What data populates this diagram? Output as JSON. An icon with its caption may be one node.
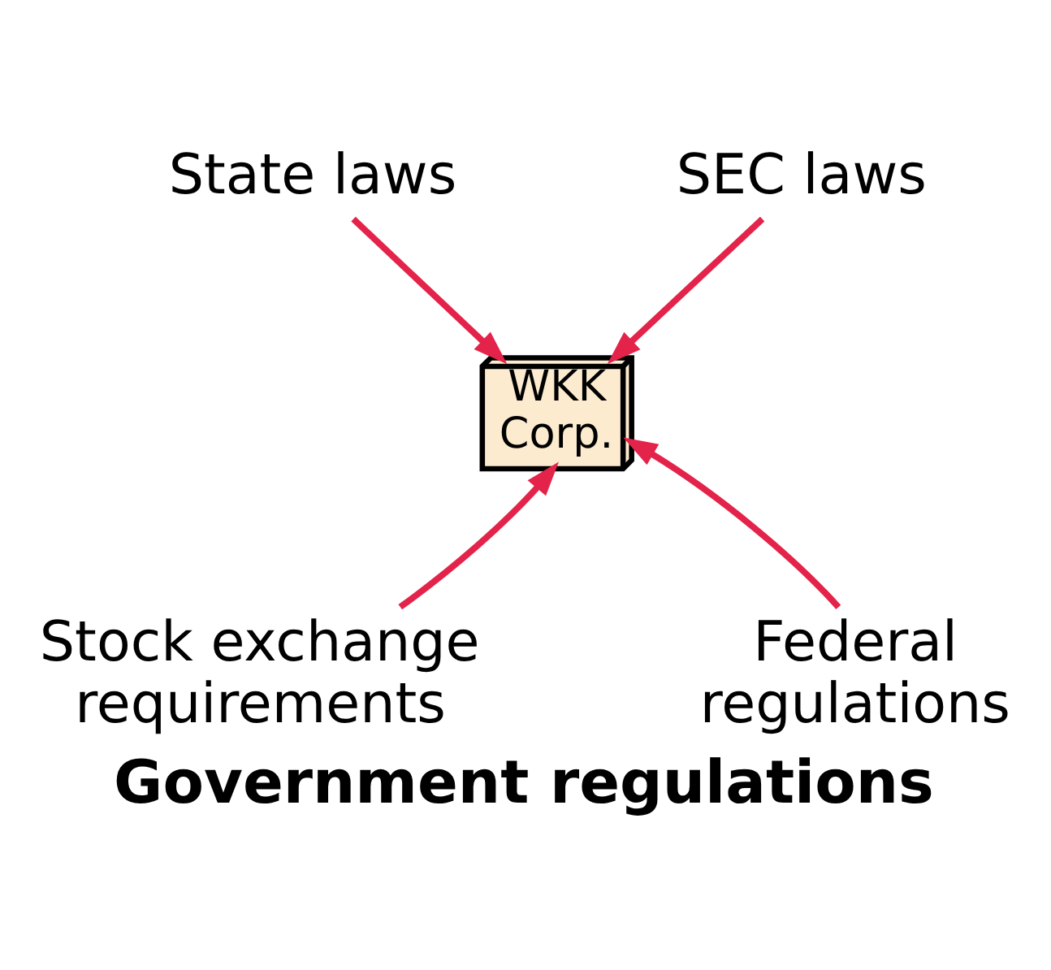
{
  "diagram": {
    "caption": "Government regulations",
    "nodes": [
      {
        "text": [
          "State laws"
        ]
      },
      {
        "text": [
          "SEC laws"
        ]
      },
      {
        "text": [
          "WKK Corp."
        ]
      },
      {
        "text": [
          "Stock exchange requirements"
        ]
      },
      {
        "text": [
          "Federal regulations"
        ]
      }
    ],
    "edges": [
      {
        "from": 0,
        "to": 2,
        "arrow": "to"
      },
      {
        "from": 1,
        "to": 2,
        "arrow": "to"
      },
      {
        "from": 3,
        "to": 2,
        "arrow": "to"
      },
      {
        "from": 4,
        "to": 2,
        "arrow": "to"
      }
    ]
  }
}
